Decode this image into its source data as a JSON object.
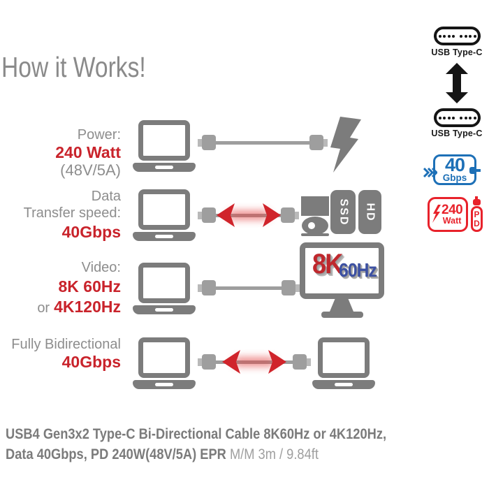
{
  "title": "How it Works!",
  "right_column": {
    "usb_top_label": "USB Type-C",
    "usb_bottom_label": "USB Type-C",
    "gbps_badge": {
      "value": "40",
      "unit": "Gbps"
    },
    "watt_badge": {
      "value": "240",
      "unit": "Watt",
      "pd_p": "P",
      "pd_d": "D"
    }
  },
  "rows": {
    "power": {
      "label": "Power:",
      "value": "240 Watt",
      "sub": "(48V/5A)"
    },
    "data": {
      "label_line1": "Data",
      "label_line2": "Transfer speed:",
      "value": "40Gbps",
      "ssd": "SSD",
      "hd": "HD"
    },
    "video": {
      "label": "Video:",
      "value": "8K 60Hz",
      "alt_prefix": "or",
      "alt_value": "4K120Hz",
      "screen_8k": "8K",
      "screen_60hz": "60Hz"
    },
    "bidirectional": {
      "label": "Fully Bidirectional",
      "value": "40Gbps"
    }
  },
  "footer": {
    "line1": "USB4 Gen3x2 Type-C Bi-Directional Cable 8K60Hz or 4K120Hz,",
    "line2_bold": "Data 40Gbps, PD 240W(48V/5A) EPR",
    "line2_regular": "M/M 3m / 9.84ft"
  },
  "colors": {
    "accent_red": "#c9232b",
    "device_gray": "#7c7c7c",
    "label_gray": "#8d8d8d",
    "usb_blue": "#1d70b7",
    "badge_red": "#e8222b",
    "connector_black": "#151515"
  }
}
